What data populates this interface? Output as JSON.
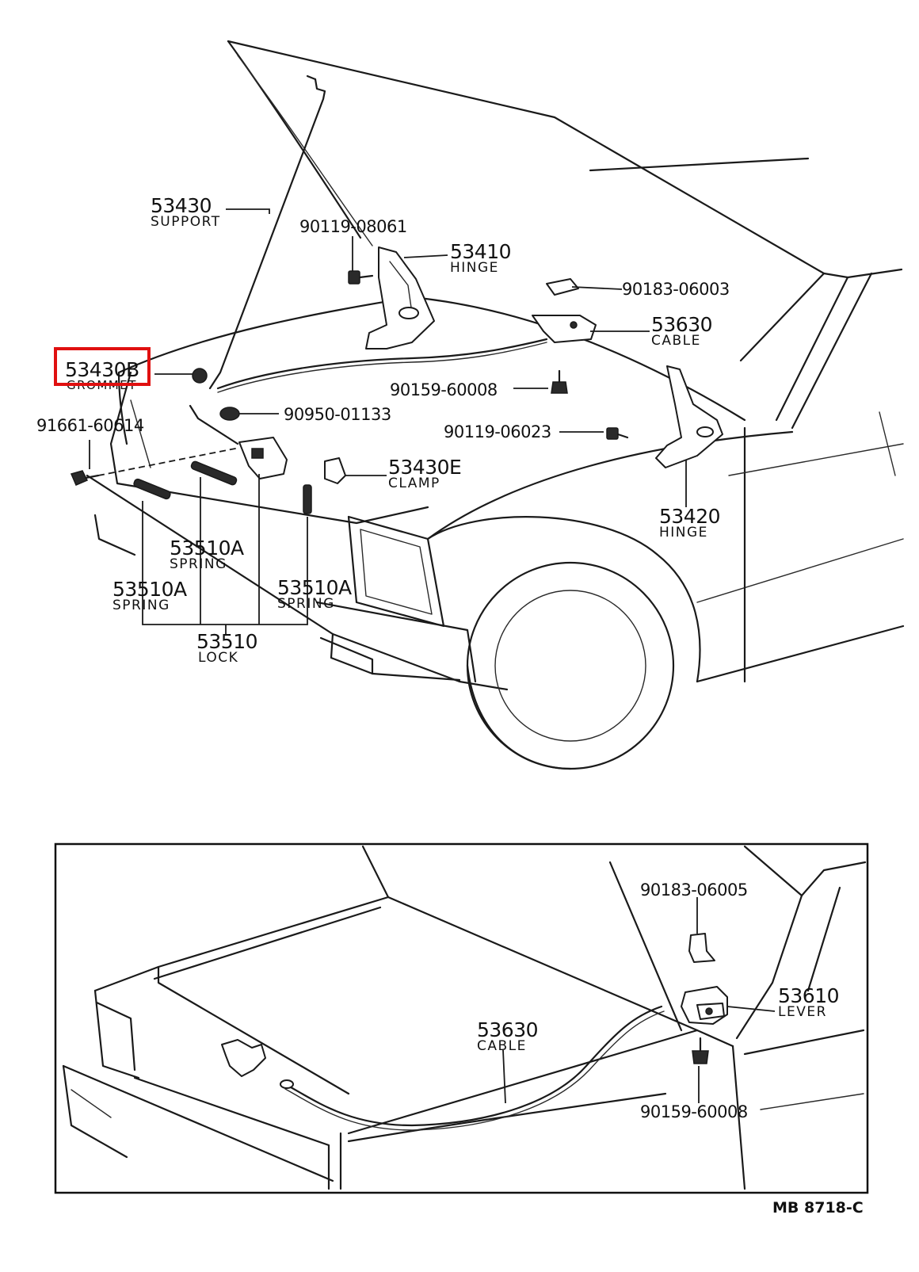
{
  "callouts": {
    "c53430": {
      "number": "53430",
      "label": "SUPPORT"
    },
    "c90119_08061": {
      "number": "90119-08061"
    },
    "c53410": {
      "number": "53410",
      "label": "HINGE"
    },
    "c90183_06003": {
      "number": "90183-06003"
    },
    "c53630_top": {
      "number": "53630",
      "label": "CABLE"
    },
    "c53430B": {
      "number": "53430B",
      "label": "GROMMET"
    },
    "c90159_60008_top": {
      "number": "90159-60008"
    },
    "c90950_01133": {
      "number": "90950-01133"
    },
    "c91661_60614": {
      "number": "91661-60614"
    },
    "c90119_06023": {
      "number": "90119-06023"
    },
    "c53430E": {
      "number": "53430E",
      "label": "CLAMP"
    },
    "c53420": {
      "number": "53420",
      "label": "HINGE"
    },
    "c53510A_1": {
      "number": "53510A",
      "label": "SPRING"
    },
    "c53510A_2": {
      "number": "53510A",
      "label": "SPRING"
    },
    "c53510A_3": {
      "number": "53510A",
      "label": "SPRING"
    },
    "c53510": {
      "number": "53510",
      "label": "LOCK"
    },
    "c90183_06005": {
      "number": "90183-06005"
    },
    "c53610": {
      "number": "53610",
      "label": "LEVER"
    },
    "c53630_bottom": {
      "number": "53630",
      "label": "CABLE"
    },
    "c90159_60008_bottom": {
      "number": "90159-60008"
    }
  },
  "highlight": {
    "target": "53430B",
    "color": "#e01010"
  },
  "drawing_code": "MB 8718-C"
}
